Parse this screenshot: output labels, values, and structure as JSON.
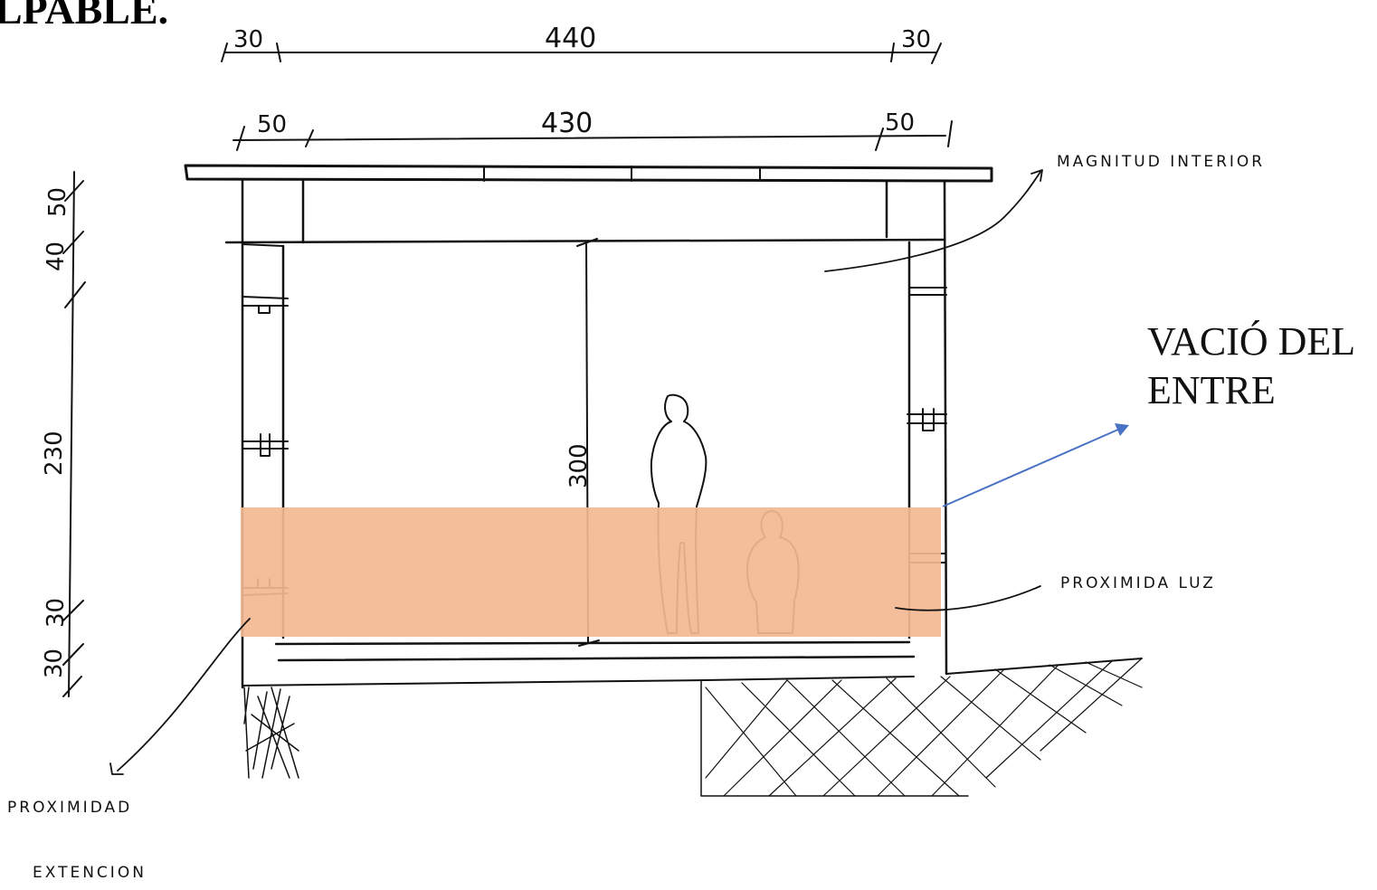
{
  "title": "LPABLE.",
  "dimensions": {
    "top_overall": "440",
    "top_left": "30",
    "top_right": "30",
    "mid_center": "430",
    "mid_left": "50",
    "mid_right": "50",
    "height": "300",
    "side_50": "50",
    "side_40": "40",
    "side_230": "230",
    "side_30a": "30",
    "side_30b": "30"
  },
  "annotations": {
    "magnitud_interior": "MAGNITUD INTERIOR",
    "vacio_line1": "VACIÓ DEL",
    "vacio_line2": "ENTRE",
    "proximida_luz": "PROXIMIDA LUZ",
    "proximidad": "PROXIMIDAD",
    "extencion": "EXTENCION"
  },
  "colors": {
    "highlight_band": "#f3b892",
    "arrow_blue": "#4a72c4",
    "ink": "#111111"
  }
}
